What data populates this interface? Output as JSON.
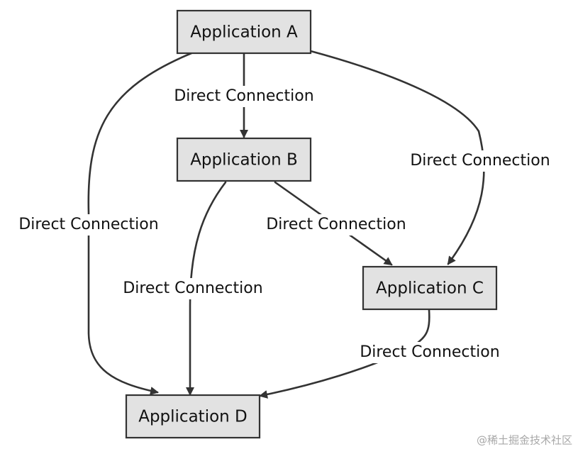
{
  "nodes": {
    "a": {
      "label": "Application A"
    },
    "b": {
      "label": "Application B"
    },
    "c": {
      "label": "Application C"
    },
    "d": {
      "label": "Application D"
    }
  },
  "edges": [
    {
      "from": "a",
      "to": "b",
      "label": "Direct Connection"
    },
    {
      "from": "a",
      "to": "c",
      "label": "Direct Connection"
    },
    {
      "from": "a",
      "to": "d",
      "label": "Direct Connection"
    },
    {
      "from": "b",
      "to": "c",
      "label": "Direct Connection"
    },
    {
      "from": "b",
      "to": "d",
      "label": "Direct Connection"
    },
    {
      "from": "c",
      "to": "d",
      "label": "Direct Connection"
    }
  ],
  "watermark": "@稀土掘金技术社区",
  "colors": {
    "node_fill": "#e2e2e2",
    "stroke": "#333333",
    "watermark": "#a8a8a8"
  }
}
